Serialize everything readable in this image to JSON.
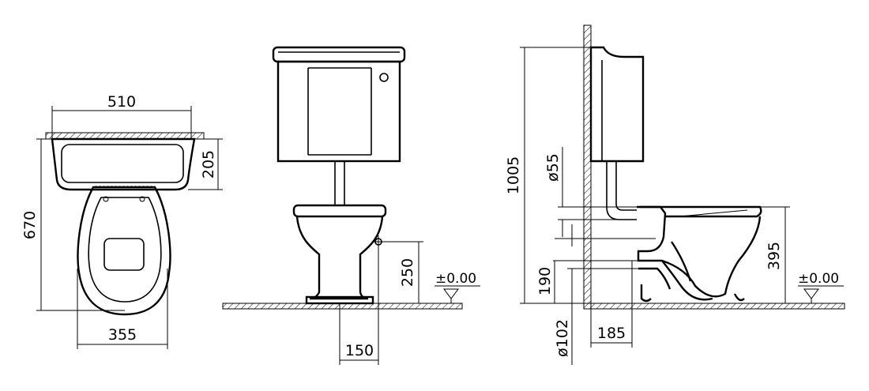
{
  "dimensions": {
    "top_width": "510",
    "top_depth": "670",
    "top_cistern_depth": "205",
    "top_bowl_width": "355",
    "front_outlet_height": "250",
    "front_outlet_offset": "150",
    "front_floor_level": "±0.00",
    "side_total_height": "1005",
    "side_pipe_diameter": "ø55",
    "side_bowl_height": "395",
    "side_outlet_height": "190",
    "side_outlet_diameter": "ø102",
    "side_outlet_distance": "185",
    "side_floor_level": "±0.00"
  },
  "colors": {
    "line": "#000000",
    "hatch": "#000000",
    "background": "#ffffff"
  }
}
